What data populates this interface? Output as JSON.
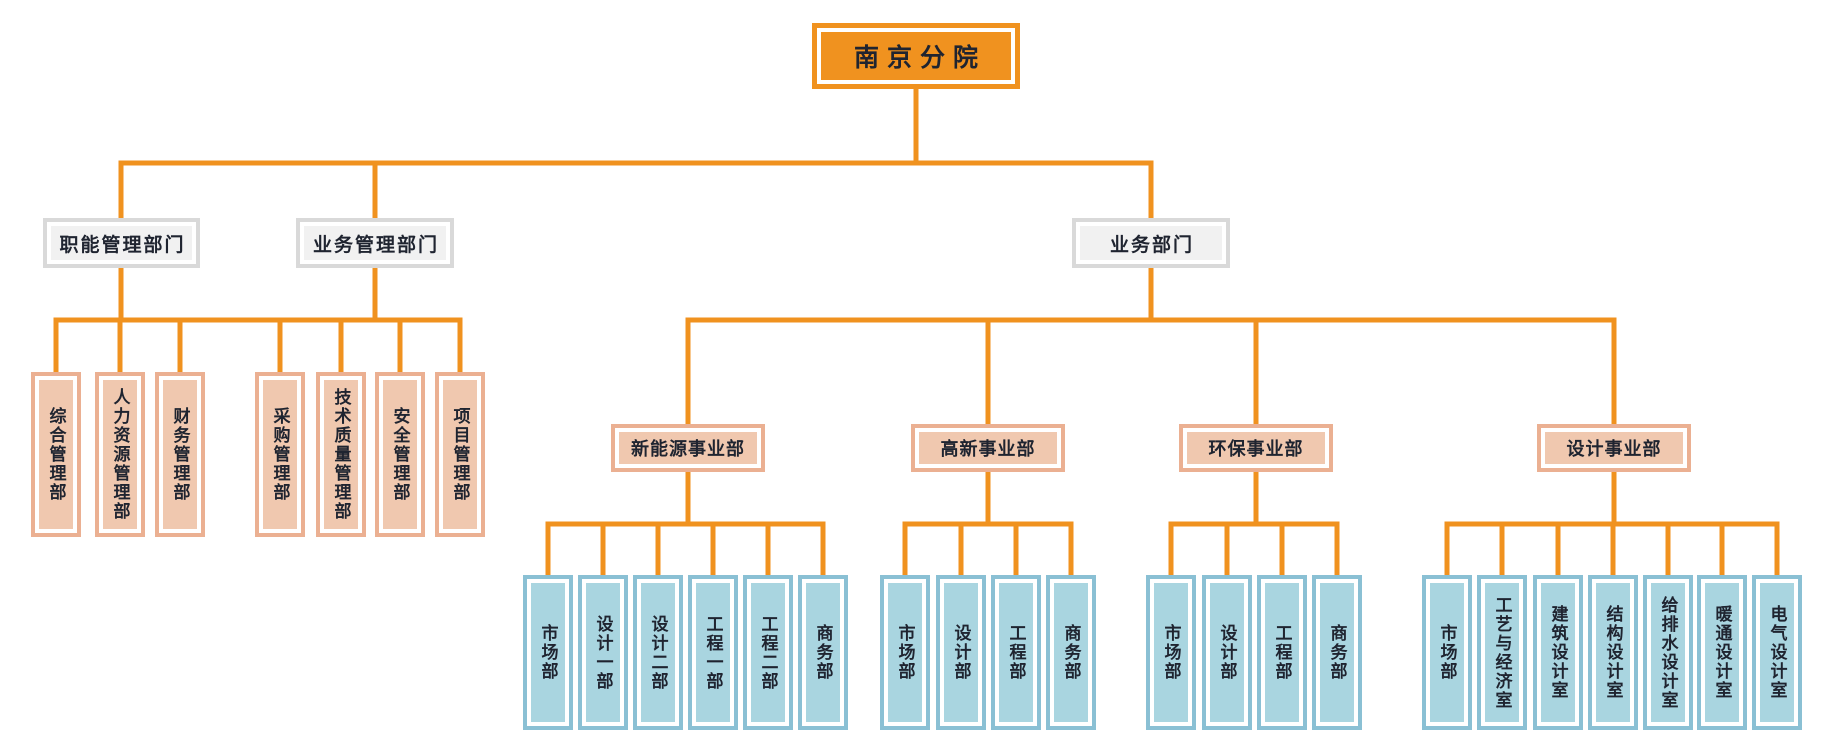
{
  "org_chart": {
    "root": "南京分院",
    "categories": [
      "职能管理部门",
      "业务管理部门",
      "业务部门"
    ],
    "management_departments": [
      "综合管理部",
      "人力资源管理部",
      "财务管理部",
      "采购管理部",
      "技术质量管理部",
      "安全管理部",
      "项目管理部"
    ],
    "business_units": [
      {
        "label": "新能源事业部",
        "children": [
          "市场部",
          "设计一部",
          "设计二部",
          "工程一部",
          "工程二部",
          "商务部"
        ]
      },
      {
        "label": "高新事业部",
        "children": [
          "市场部",
          "设计部",
          "工程部",
          "商务部"
        ]
      },
      {
        "label": "环保事业部",
        "children": [
          "市场部",
          "设计部",
          "工程部",
          "商务部"
        ]
      },
      {
        "label": "设计事业部",
        "children": [
          "市场部",
          "工艺与经济室",
          "建筑设计室",
          "结构设计室",
          "给排水设计室",
          "暖通设计室",
          "电气设计室"
        ]
      }
    ],
    "colors": {
      "connector_orange": "#F0921F",
      "root_fill": "#F0921F",
      "category_border": "#D9D9D9",
      "category_fill": "#F1F1F1",
      "salmon_border": "#EBB092",
      "salmon_fill": "#F0C8AF",
      "blue_border": "#8AC0D4",
      "blue_fill": "#A9D5E0",
      "text": "#1F2430"
    }
  }
}
